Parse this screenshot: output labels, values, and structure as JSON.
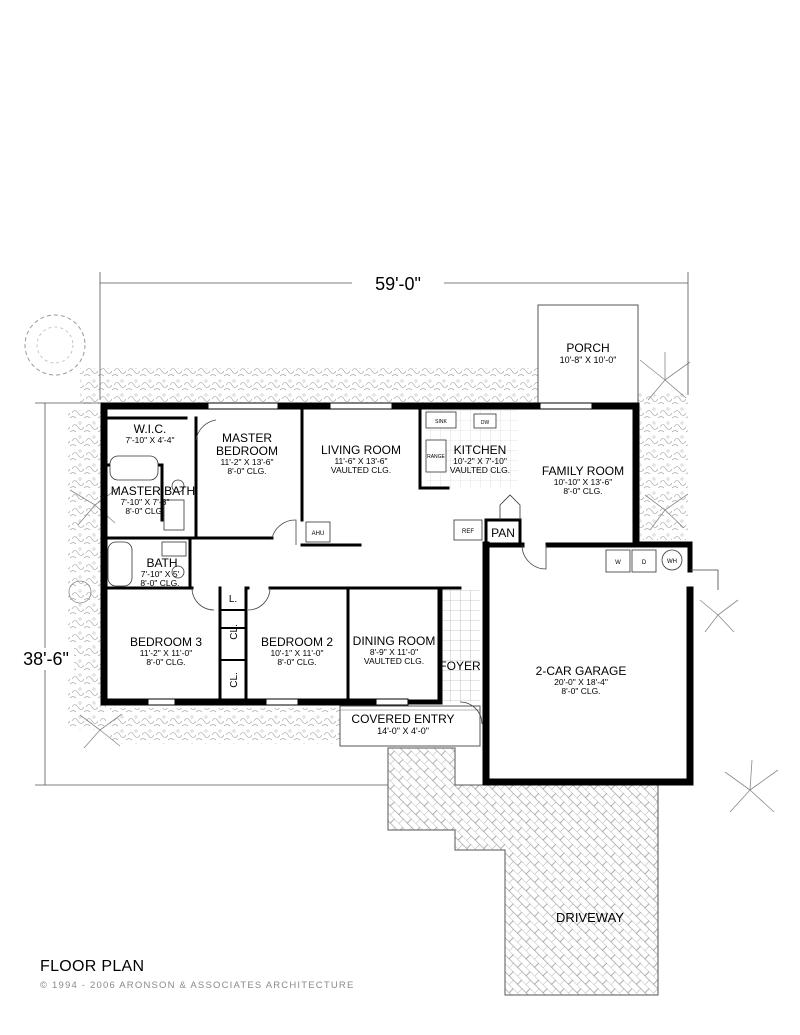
{
  "plan": {
    "overall_width": "59'-0\"",
    "overall_depth": "38'-6\"",
    "rooms": [
      {
        "id": "porch",
        "name": "PORCH",
        "size": "10'-8\" X 10'-0\"",
        "ceiling": ""
      },
      {
        "id": "wic",
        "name": "W.I.C.",
        "size": "7'-10\" X 4'-4\"",
        "ceiling": ""
      },
      {
        "id": "master-bedroom",
        "name": "MASTER",
        "name2": "BEDROOM",
        "size": "11'-2\" X 13'-6\"",
        "ceiling": "8'-0\" CLG."
      },
      {
        "id": "living-room",
        "name": "LIVING ROOM",
        "size": "11'-6\" X 13'-6\"",
        "ceiling": "VAULTED CLG."
      },
      {
        "id": "kitchen",
        "name": "KITCHEN",
        "size": "10'-2\" X 7'-10\"",
        "ceiling": "VAULTED CLG."
      },
      {
        "id": "family-room",
        "name": "FAMILY ROOM",
        "size": "10'-10\" X 13'-6\"",
        "ceiling": "8'-0\" CLG."
      },
      {
        "id": "master-bath",
        "name": "MASTER BATH",
        "size": "7'-10\" X 7'-8\"",
        "ceiling": "8'-0\" CLG."
      },
      {
        "id": "bath",
        "name": "BATH",
        "size": "7'-10\" X 5'",
        "ceiling": "8'-0\" CLG."
      },
      {
        "id": "bedroom-3",
        "name": "BEDROOM 3",
        "size": "11'-2\" X 11'-0\"",
        "ceiling": "8'-0\" CLG."
      },
      {
        "id": "bedroom-2",
        "name": "BEDROOM 2",
        "size": "10'-1\" X 11'-0\"",
        "ceiling": "8'-0\" CLG."
      },
      {
        "id": "dining-room",
        "name": "DINING ROOM",
        "size": "8'-9\" X 11'-0\"",
        "ceiling": "VAULTED CLG."
      },
      {
        "id": "garage",
        "name": "2-CAR GARAGE",
        "size": "20'-0\" X 18'-4\"",
        "ceiling": "8'-0\" CLG."
      },
      {
        "id": "covered-entry",
        "name": "COVERED ENTRY",
        "size": "14'-0\" X 4'-0\"",
        "ceiling": ""
      }
    ],
    "labels": {
      "foyer": "FOYER",
      "pantry": "PAN",
      "closet": "CL.",
      "linen": "L.",
      "ahu": "AHU",
      "ref": "REF",
      "sink": "SINK",
      "dw": "DW",
      "range": "RANGE",
      "washer": "W",
      "dryer": "D",
      "water_heater": "WH",
      "driveway": "DRIVEWAY"
    }
  },
  "caption": "FLOOR PLAN",
  "copyright": "© 1994 - 2006 ARONSON & ASSOCIATES ARCHITECTURE"
}
